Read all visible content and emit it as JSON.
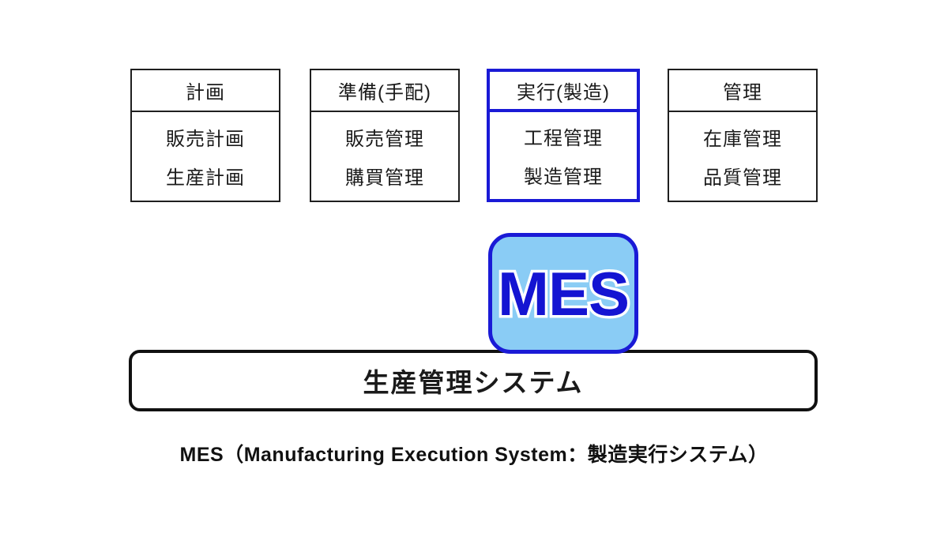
{
  "diagram": {
    "title_caption": "MES（Manufacturing Execution System：製造実行システム）",
    "columns": [
      {
        "header": "計画",
        "items": [
          "販売計画",
          "生産計画"
        ],
        "highlighted": false
      },
      {
        "header": "準備(手配)",
        "items": [
          "販売管理",
          "購買管理"
        ],
        "highlighted": false
      },
      {
        "header": "実行(製造)",
        "items": [
          "工程管理",
          "製造管理"
        ],
        "highlighted": true
      },
      {
        "header": "管理",
        "items": [
          "在庫管理",
          "品質管理"
        ],
        "highlighted": false
      }
    ],
    "mes_badge": {
      "label": "MES"
    },
    "system_box": {
      "label": "生産管理システム"
    },
    "colors": {
      "highlight_blue": "#1a1ad6",
      "mes_fill": "#8accf5",
      "mes_text": "#1414d2",
      "box_border_black": "#1f1f1f",
      "background": "#ffffff"
    }
  }
}
